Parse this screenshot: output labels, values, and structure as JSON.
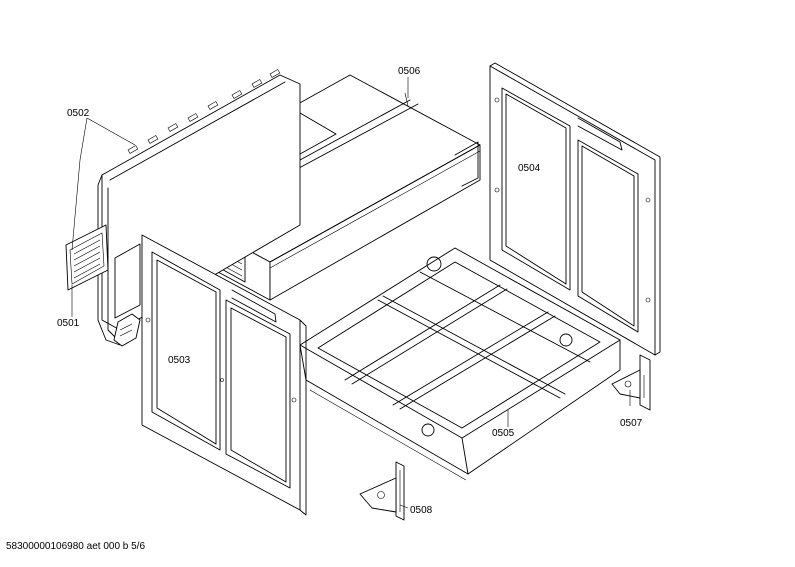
{
  "parts": [
    {
      "id": "p0501",
      "label": "0501"
    },
    {
      "id": "p0502",
      "label": "0502"
    },
    {
      "id": "p0503",
      "label": "0503"
    },
    {
      "id": "p0504",
      "label": "0504"
    },
    {
      "id": "p0505",
      "label": "0505"
    },
    {
      "id": "p0506",
      "label": "0506"
    },
    {
      "id": "p0507",
      "label": "0507"
    },
    {
      "id": "p0508",
      "label": "0508"
    }
  ],
  "footer": "58300000106980 aet 000 b 5/6"
}
